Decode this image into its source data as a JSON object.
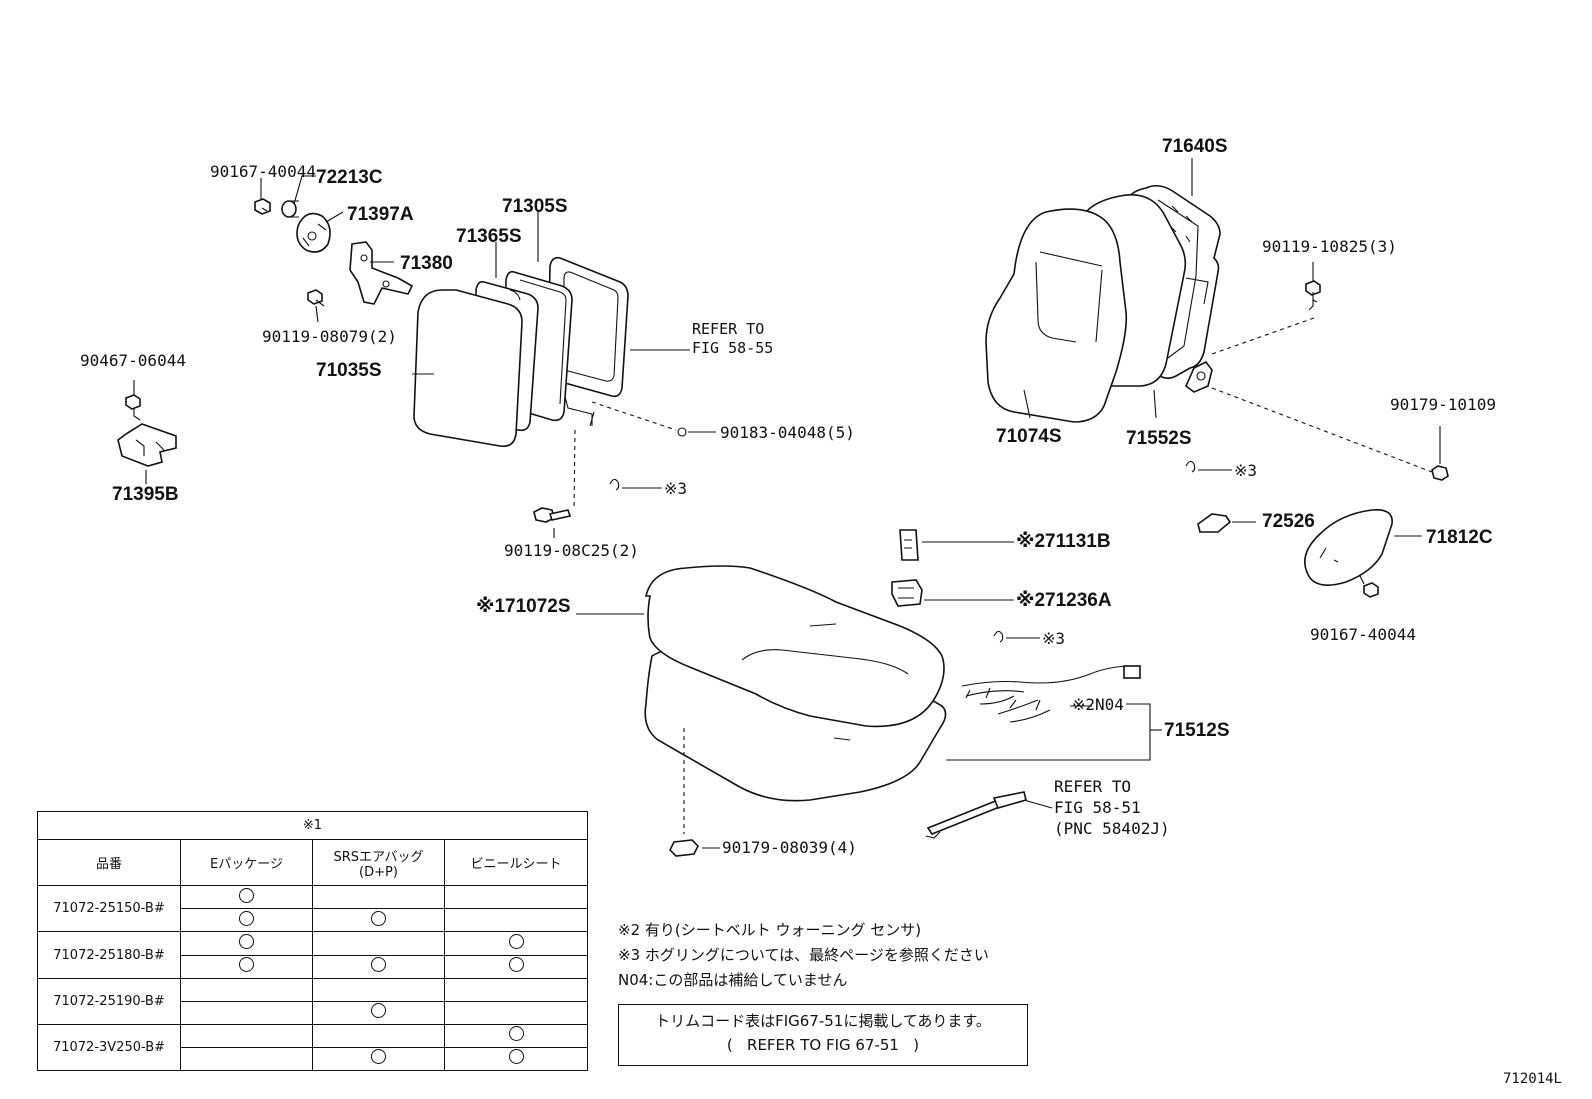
{
  "labels": {
    "p90167_40044_a": "90167-40044",
    "p72213C": "72213C",
    "p71397A": "71397A",
    "p71380": "71380",
    "p90119_08079": "90119-08079(2)",
    "p71305S": "71305S",
    "p71365S": "71365S",
    "p71035S": "71035S",
    "refer_58_55_a": "REFER TO",
    "refer_58_55_b": "FIG 58-55",
    "p90467_06044": "90467-06044",
    "p71395B": "71395B",
    "p90183_04048": "90183-04048(5)",
    "p3_a": "※3",
    "p90119_08C25": "90119-08C25(2)",
    "p71640S": "71640S",
    "p90119_10825": "90119-10825(3)",
    "p71074S": "71074S",
    "p71552S": "71552S",
    "p90179_10109": "90179-10109",
    "p3_b": "※3",
    "p72526": "72526",
    "p71812C": "71812C",
    "p90167_40044_b": "90167-40044",
    "p71131B": "※271131B",
    "p71236A": "※271236A",
    "p3_c": "※3",
    "p71072S": "※171072S",
    "pN04": "※2N04",
    "p71512S": "71512S",
    "refer_58_51_a": "REFER TO",
    "refer_58_51_b": "FIG 58-51",
    "refer_58_51_c": "(PNC 58402J)",
    "p90179_08039": "90179-08039(4)"
  },
  "table": {
    "title": "※1",
    "headers": [
      "品番",
      "Eパッケージ",
      "SRSエアバッグ",
      "(D+P)",
      "ビニールシート"
    ],
    "rows": [
      {
        "part": "71072-25150-B#",
        "sub": [
          [
            true,
            false,
            false
          ],
          [
            true,
            true,
            false
          ]
        ]
      },
      {
        "part": "71072-25180-B#",
        "sub": [
          [
            true,
            false,
            true
          ],
          [
            true,
            true,
            true
          ]
        ]
      },
      {
        "part": "71072-25190-B#",
        "sub": [
          [
            false,
            false,
            false
          ],
          [
            false,
            true,
            false
          ]
        ]
      },
      {
        "part": "71072-3V250-B#",
        "sub": [
          [
            false,
            false,
            true
          ],
          [
            false,
            true,
            true
          ]
        ]
      }
    ]
  },
  "notes": {
    "n2": "※2 有り(シートベルト ウォーニング センサ)",
    "n3": "※3 ホグリングについては、最終ページを参照ください",
    "n04": "N04:この部品は補給していません"
  },
  "boxnote": {
    "line1": "トリムコード表はFIG67-51に掲載してあります。",
    "line2": "(   REFER TO FIG 67-51   )"
  },
  "figure_id": "712014L"
}
